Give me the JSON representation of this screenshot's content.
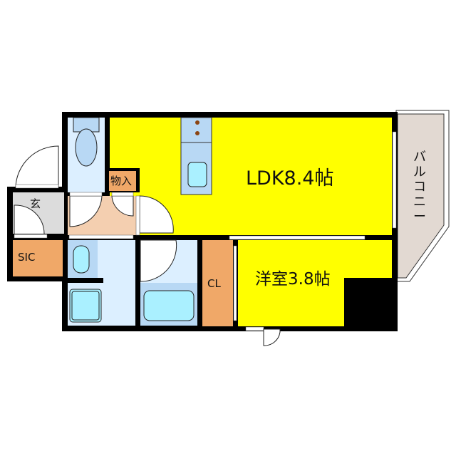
{
  "floorplan": {
    "rooms": {
      "ldk": {
        "label": "LDK8.4帖",
        "color": "#ffff00"
      },
      "western_room": {
        "label": "洋室3.8帖",
        "color": "#ffff00"
      },
      "balcony": {
        "label": "バルコニー",
        "color": "#e2d9d2"
      },
      "entrance": {
        "label": "玄",
        "color": "#dcdcdc"
      },
      "sic": {
        "label": "SIC",
        "color": "#f0a868"
      },
      "storage": {
        "label": "物入",
        "color": "#f0a868"
      },
      "closet": {
        "label": "CL",
        "color": "#f0a868"
      },
      "hallway": {
        "color": "#f4cfb0"
      },
      "toilet": {
        "color": "#dcefff"
      },
      "washroom": {
        "color": "#dcefff"
      },
      "bathroom": {
        "color": "#dcefff"
      }
    },
    "colors": {
      "wall": "#000000",
      "fixture": "#b8d8f4",
      "fixture_light": "#aaf0ff"
    }
  }
}
